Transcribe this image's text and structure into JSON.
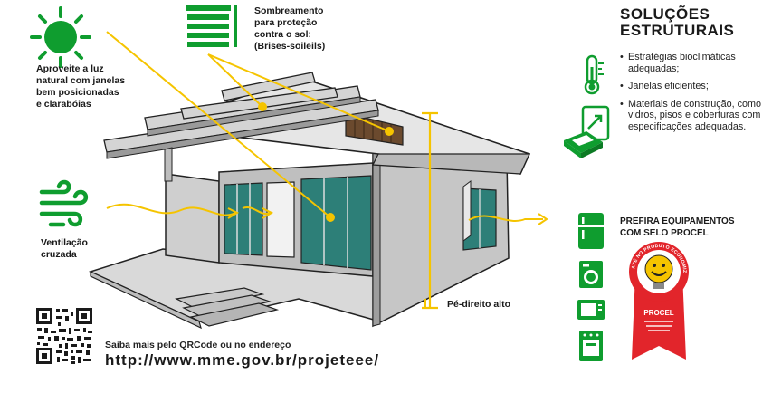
{
  "labels": {
    "sun": "Aproveite a luz natural com janelas bem posicionadas e clarabóias",
    "shading": "Sombreamento para proteção contra o sol: (Brises-soileils)",
    "ventilation": "Ventilação cruzada",
    "ceiling": "Pé-direito alto"
  },
  "solutions": {
    "title_line1": "SOLUÇÕES",
    "title_line2": "ESTRUTURAIS",
    "items": [
      "Estratégias bioclimáticas adequadas;",
      "Janelas eficientes;",
      "Materiais de construção, como vidros, pisos e coberturas com especificações adequadas."
    ]
  },
  "procel": {
    "heading": "PREFIRA EQUIPAMENTOS COM SELO PROCEL",
    "seal_ring_text": "ATÉ NO PRODUTO ECONOMIZE ENERGIA",
    "seal_brand": "PROCEL"
  },
  "footer": {
    "info": "Saiba mais pelo QRCode ou no endereço",
    "url": "http://www.mme.gov.br/projeteee/"
  },
  "colors": {
    "green": "#0f9d2f",
    "yellow": "#f5c400",
    "red": "#e2252b",
    "dark": "#1a1a1a"
  }
}
